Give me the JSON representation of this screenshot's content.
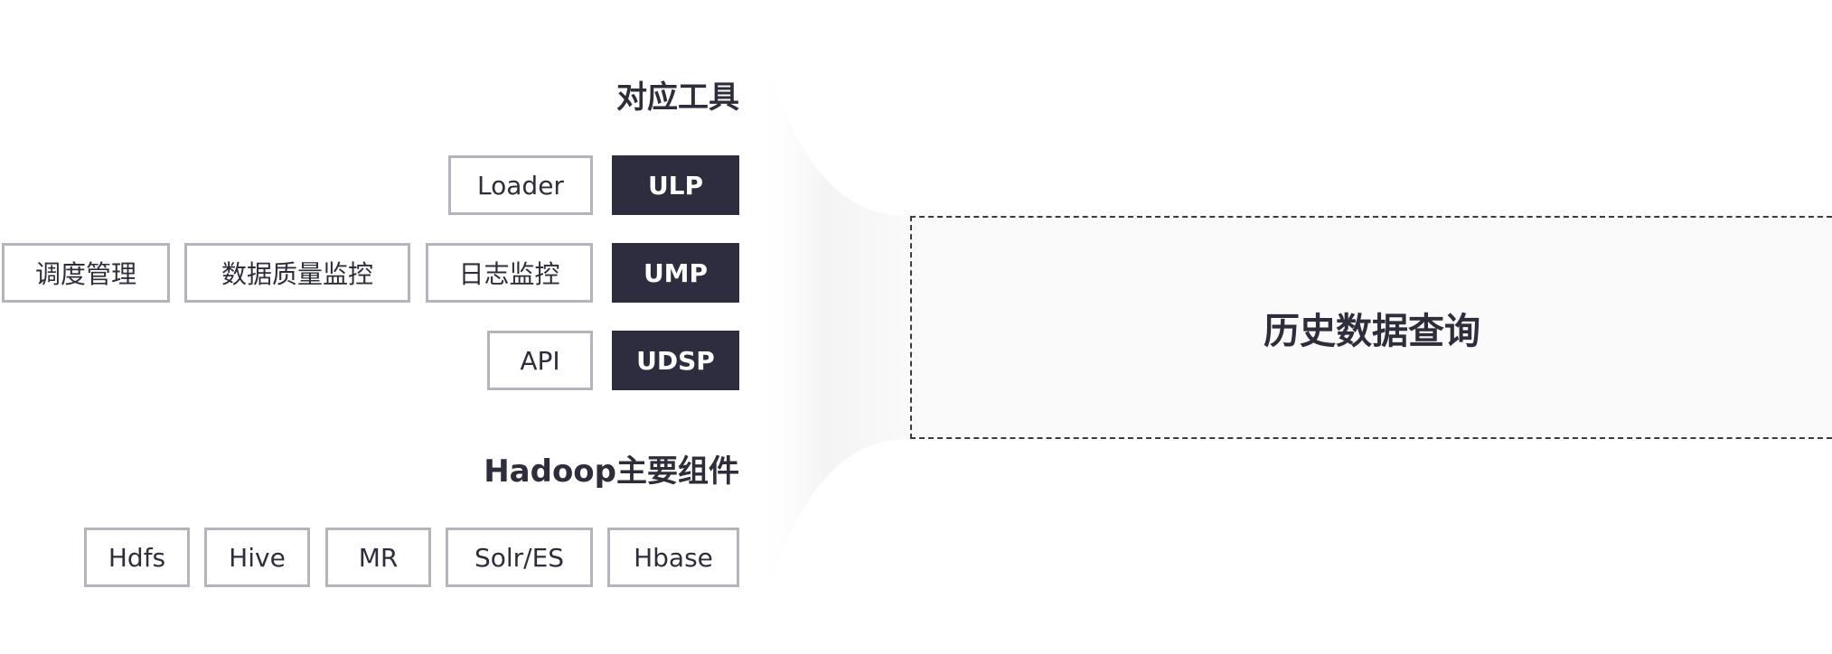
{
  "tools_section": {
    "title": "对应工具",
    "rows": [
      {
        "items": [
          "Loader"
        ],
        "product": "ULP"
      },
      {
        "items": [
          "调度管理",
          "数据质量监控",
          "日志监控"
        ],
        "product": "UMP"
      },
      {
        "items": [
          "API"
        ],
        "product": "UDSP"
      }
    ]
  },
  "hadoop_section": {
    "title": "Hadoop主要组件",
    "components": [
      "Hdfs",
      "Hive",
      "MR",
      "Solr/ES",
      "Hbase"
    ]
  },
  "target": {
    "label": "历史数据查询"
  },
  "colors": {
    "dark_fill": "#2d2d3f",
    "outline_border": "#b4b4bc",
    "text": "#2d2d3c"
  }
}
